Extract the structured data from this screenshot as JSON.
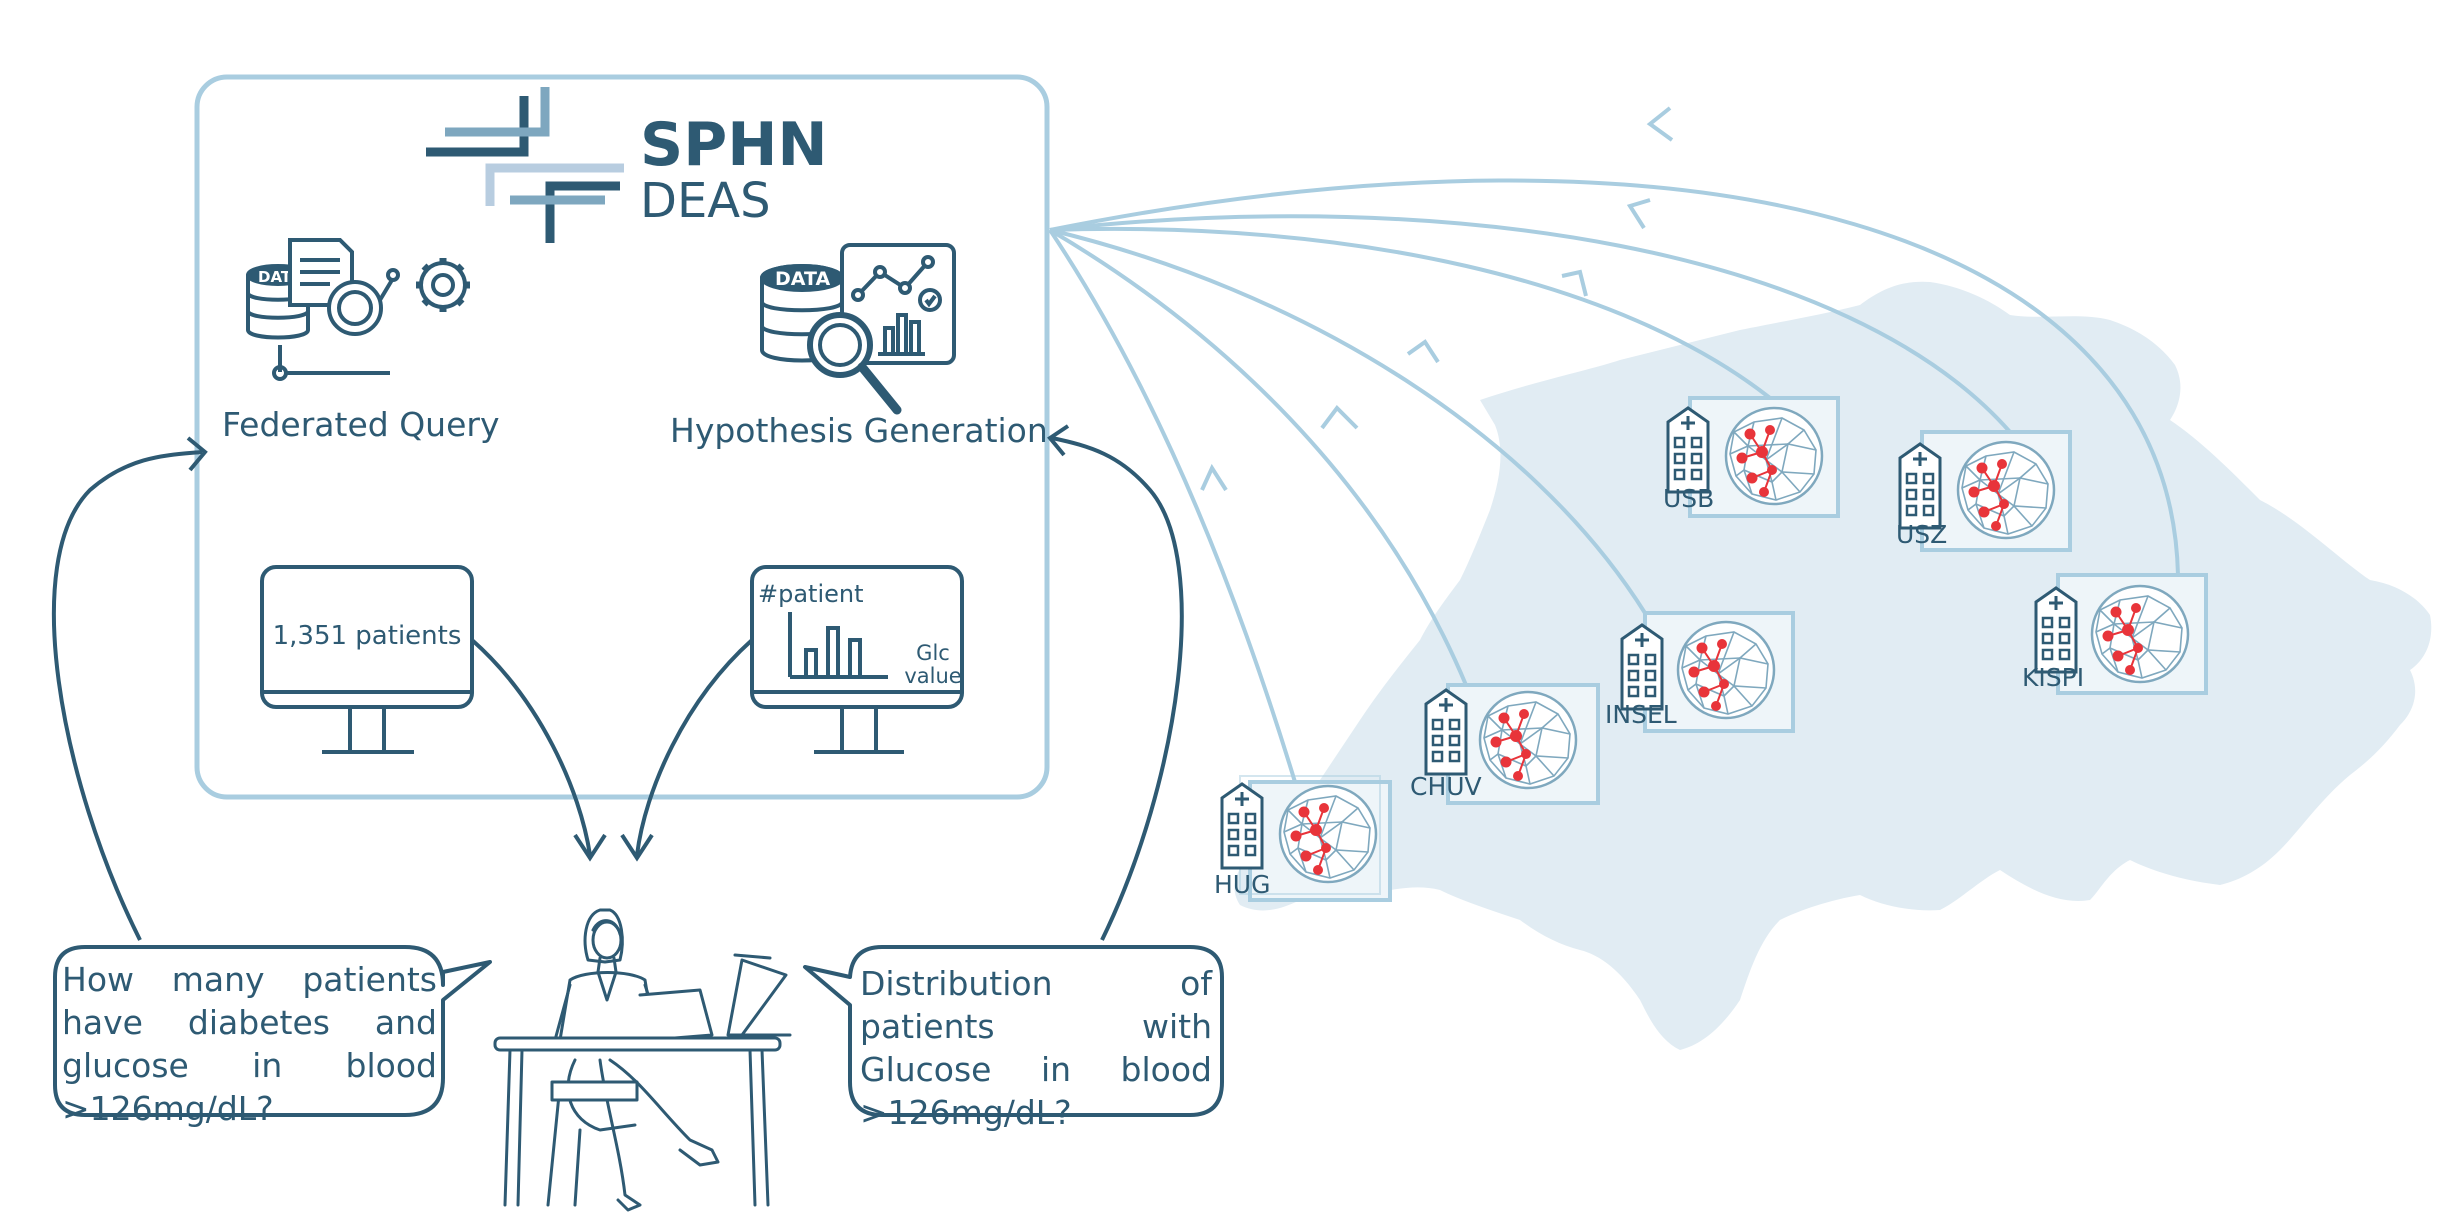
{
  "logo": {
    "name": "SPHN",
    "sub": "DEAS"
  },
  "tools": {
    "federated_query": "Federated Query",
    "hypothesis_generation": "Hypothesis Generation",
    "data_badge": "DATA"
  },
  "monitors": {
    "count_result": "1,351 patients",
    "chart_title": "#patient",
    "chart_axis_line1": "Glc",
    "chart_axis_line2": "value"
  },
  "questions": {
    "count_question": "How many patients have diabetes and glucose in blood >126mg/dL?",
    "distribution_question": "Distribution of patients with Glucose in blood >126mg/dL?"
  },
  "hospitals": [
    {
      "code": "HUG"
    },
    {
      "code": "CHUV"
    },
    {
      "code": "INSEL"
    },
    {
      "code": "USB"
    },
    {
      "code": "USZ"
    },
    {
      "code": "KISPI"
    }
  ],
  "colors": {
    "dark": "#2e5a73",
    "light": "#a9cde0",
    "map": "#e1ecf3",
    "node": "#e8343a"
  }
}
